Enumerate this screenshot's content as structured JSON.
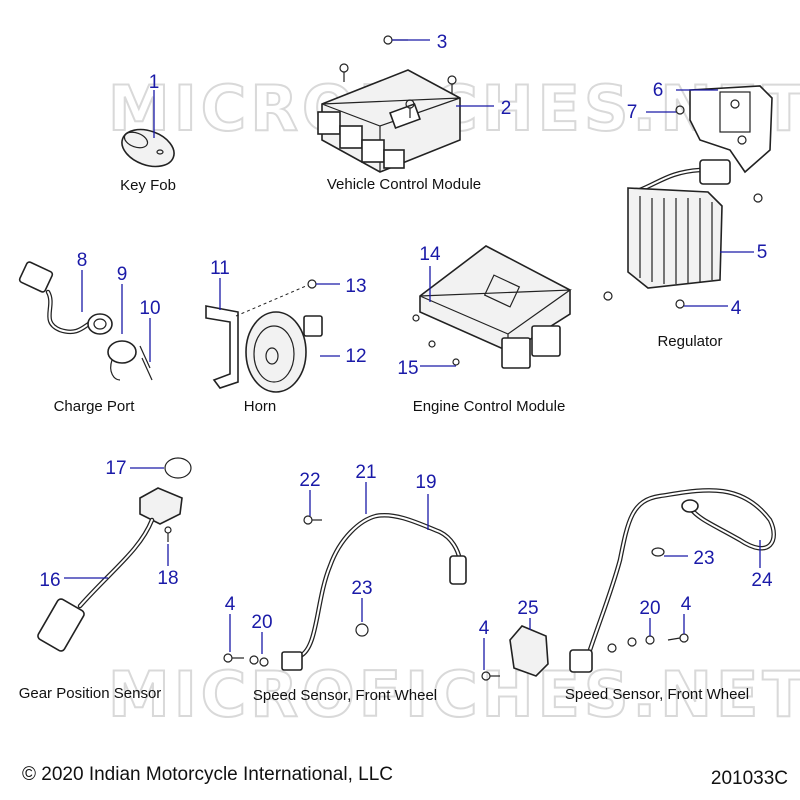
{
  "watermark": "MICROFICHES.NET",
  "callouts": [
    "1",
    "2",
    "3",
    "4",
    "5",
    "6",
    "7",
    "8",
    "9",
    "10",
    "11",
    "12",
    "13",
    "14",
    "15",
    "16",
    "17",
    "18",
    "19",
    "20",
    "21",
    "22",
    "23",
    "24",
    "25"
  ],
  "captions": {
    "key_fob": "Key Fob",
    "vehicle_control_module": "Vehicle Control Module",
    "regulator": "Regulator",
    "charge_port": "Charge Port",
    "horn": "Horn",
    "engine_control_module": "Engine Control Module",
    "gear_position_sensor": "Gear Position Sensor",
    "speed_sensor_left": "Speed Sensor, Front Wheel",
    "speed_sensor_right": "Speed Sensor, Front Wheel"
  },
  "footer": {
    "copyright": "© 2020 Indian Motorcycle International, LLC",
    "diagram_id": "201033C"
  }
}
